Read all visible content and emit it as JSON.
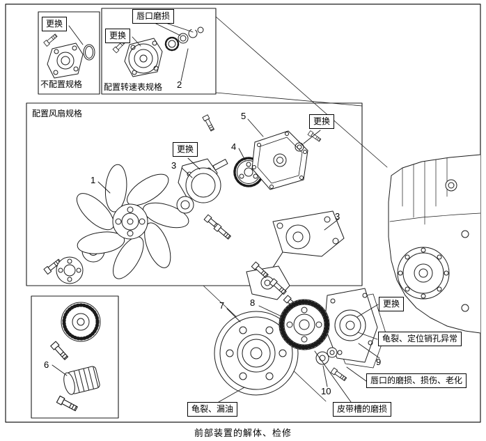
{
  "figure": {
    "caption": "前部装置的解体、检修"
  },
  "labels": {
    "replace": "更换",
    "lip_wear": "唇口磨损",
    "no_config_spec": "不配置规格",
    "tachometer_spec": "配置转速表规格",
    "fan_spec": "配置风扇规格",
    "crack_pin_hole": "龟裂、定位销孔异常",
    "lip_wear_damage_aging": "唇口的磨损、损伤、老化",
    "crack_oil_leak": "龟裂、漏油",
    "belt_groove_wear": "皮带槽的磨损"
  },
  "callouts": {
    "n1": "1",
    "n2": "2",
    "n3a": "3",
    "n3b": "3",
    "n4": "4",
    "n5": "5",
    "n6": "6",
    "n7": "7",
    "n8": "8",
    "n9": "9",
    "n10": "10"
  },
  "colors": {
    "line": "#1a1a1a",
    "background": "#ffffff"
  }
}
